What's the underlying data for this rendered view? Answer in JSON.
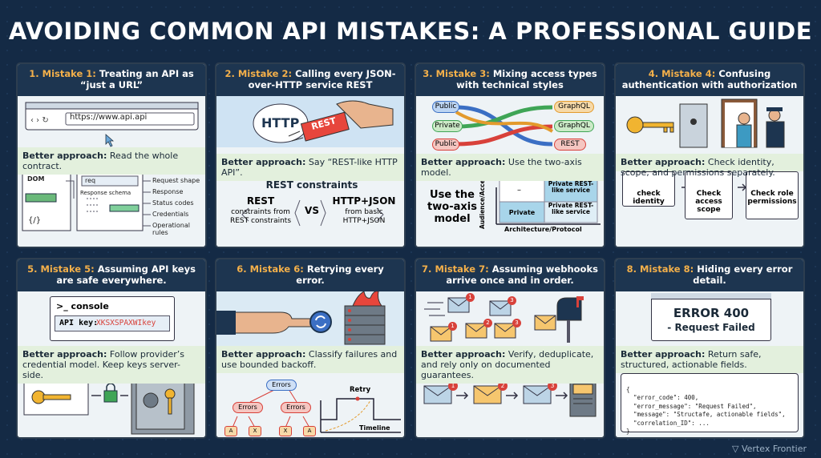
{
  "title": "AVOIDING COMMON API MISTAKES: A PROFESSIONAL GUIDE",
  "footer": "Vertex Frontier",
  "colors": {
    "header_bg": "#1d3550",
    "accent_orange": "#f4b04a",
    "better_bg": "#e3f0dd",
    "page_bg": "#142a45"
  },
  "cards": [
    {
      "num": "1.",
      "mistake": "Mistake 1:",
      "head": "Treating an API as “just a URL”",
      "better_label": "Better approach:",
      "better_text": "Read the whole contract.",
      "url": "https://www.api.api",
      "dom": "DOM",
      "req": "req",
      "resp_schema": "Response schema",
      "code": "{/}",
      "labels": [
        "Request shape",
        "Response",
        "Status codes",
        "Credentials",
        "Operational rules"
      ]
    },
    {
      "num": "2.",
      "mistake": "Mistake 2:",
      "head": "Calling every JSON-over-HTTP service REST",
      "better_label": "Better approach:",
      "better_text": "Say “REST-like HTTP API”.",
      "http": "HTTP",
      "stamp": "REST",
      "constraints_title": "REST constraints",
      "left_title": "REST",
      "left_sub": "constraints from REST constraints",
      "vs": "VS",
      "right_title": "HTTP+JSON",
      "right_sub": "from basic HTTP+JSON"
    },
    {
      "num": "3.",
      "mistake": "Mistake 3:",
      "head": "Mixing access types with technical styles",
      "better_label": "Better approach:",
      "better_text": "Use the two-axis model.",
      "left_pills": [
        "Public",
        "Private",
        "Public"
      ],
      "right_pills": [
        "GraphQL",
        "GraphQL",
        "REST"
      ],
      "model_label": "Use the two-axis model",
      "y_axis": "Audience/Access",
      "x_axis": "Architecture/Protocol",
      "dash": "–",
      "q_private_rest": "Private REST-like service",
      "q_private": "Private",
      "q_private_rest2": "Private REST-like service"
    },
    {
      "num": "4.",
      "mistake": "Mistake 4:",
      "head": "Confusing authentication with authorization",
      "better_label": "Better approach:",
      "better_text": "Check identity, scope, and permissions separately.",
      "steps": [
        "check identity",
        "Check access scope",
        "Check role permissions"
      ]
    },
    {
      "num": "5.",
      "mistake": "Mistake 5:",
      "head": "Assuming API keys are safe everywhere.",
      "better_label": "Better approach:",
      "better_text": "Follow provider’s credential model. Keep keys server-side.",
      "console": ">_ console",
      "apikey_label": "API key:",
      "apikey_value": "XKSXSPAXWIkey"
    },
    {
      "num": "6.",
      "mistake": "Mistake 6:",
      "head": "Retrying every error.",
      "better_label": "Better approach:",
      "better_text": "Classify failures and use bounded backoff.",
      "tree_root": "Errors",
      "tree_children": [
        "Errors",
        "Errors"
      ],
      "leaves": [
        "A",
        "X",
        "X",
        "A"
      ],
      "retry": "Retry",
      "timeline": "Timeline"
    },
    {
      "num": "7.",
      "mistake": "Mistake 7:",
      "head": "Assuming webhooks arrive once and in order.",
      "better_label": "Better approach:",
      "better_text": "Verify, deduplicate, and rely only on documented guarantees.",
      "order": [
        "1",
        "2",
        "3"
      ],
      "scattered": [
        "1",
        "3",
        "1",
        "2",
        "3"
      ]
    },
    {
      "num": "8.",
      "mistake": "Mistake 8:",
      "head": "Hiding every error detail.",
      "better_label": "Better approach:",
      "better_text": "Return safe, structured, actionable fields.",
      "error_code": "ERROR 400",
      "error_msg": "- Request Failed",
      "json_lines": [
        "{",
        "  \"error_code\": 400,",
        "  \"error_message\": \"Request Failed\",",
        "  \"message\": \"Structafe, actionable fields\",",
        "  \"correlation_ID\": ...",
        "}"
      ]
    }
  ]
}
